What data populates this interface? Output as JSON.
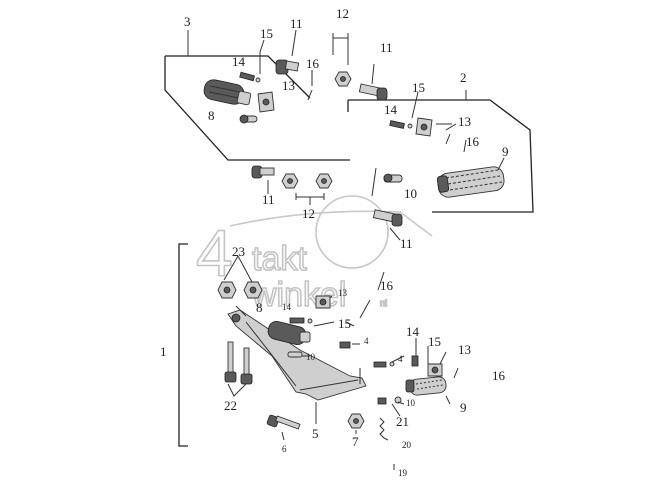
{
  "callouts": {
    "n1": "1",
    "n2": "2",
    "n3": "3",
    "n4a": "4",
    "n4b": "4",
    "n5": "5",
    "n6": "6",
    "n7": "7",
    "n8a": "8",
    "n8b": "8",
    "n9a": "9",
    "n9b": "9",
    "n10a": "10",
    "n10b": "10",
    "n10c": "10",
    "n11a": "11",
    "n11b": "11",
    "n11c": "11",
    "n11d": "11",
    "n12a": "12",
    "n12b": "12",
    "n13a": "13",
    "n13b": "13",
    "n13c": "13",
    "n13d": "13",
    "n14a": "14",
    "n14b": "14",
    "n14c": "14",
    "n14d": "14",
    "n15a": "15",
    "n15b": "15",
    "n15c": "15",
    "n15d": "15",
    "n16a": "16",
    "n16b": "16",
    "n16c": "16",
    "n16d": "16",
    "n19": "19",
    "n20": "20",
    "n21": "21",
    "n22": "22",
    "n23": "23"
  },
  "watermark": {
    "digit": "4",
    "word1": "takt",
    "word2": "winkel",
    "suffix": "nl"
  }
}
